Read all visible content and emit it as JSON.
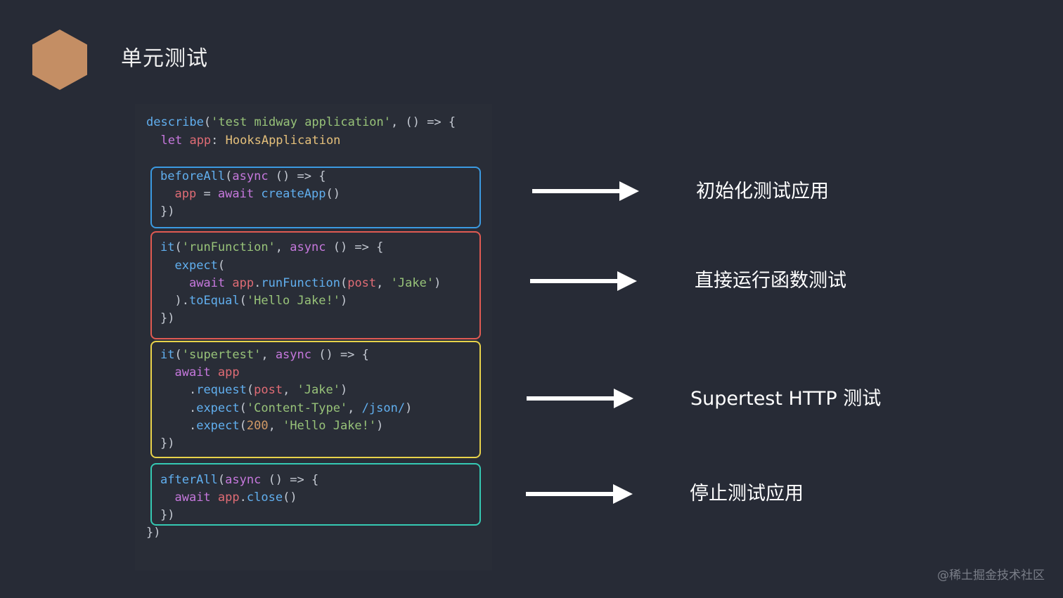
{
  "slide": {
    "title": "单元测试",
    "hexagon_color": "#c48e64",
    "watermark": "@稀土掘金技术社区"
  },
  "blocks": [
    {
      "id": "init",
      "box_color": "#3b9ae1",
      "annotation": "初始化测试应用"
    },
    {
      "id": "direct",
      "box_color": "#e05a52",
      "annotation": "直接运行函数测试"
    },
    {
      "id": "supertest",
      "box_color": "#e8d24a",
      "annotation": "Supertest HTTP 测试"
    },
    {
      "id": "stop",
      "box_color": "#35c9b3",
      "annotation": "停止测试应用"
    }
  ],
  "code": {
    "l1": {
      "describe": "describe",
      "str": "'test midway application'",
      "rest": ", () => {"
    },
    "l2": {
      "let": "let",
      "var": "app",
      "type": "HooksApplication"
    },
    "l3": {
      "fn": "beforeAll",
      "kw": "async",
      "rest": " () => {"
    },
    "l4": {
      "var": "app",
      "eq": " = ",
      "kw": "await",
      "fn": "createApp",
      "paren": "()"
    },
    "l5": "})",
    "l6": {
      "fn": "it",
      "str": "'runFunction'",
      "kw": "async",
      "rest": " () => {"
    },
    "l7": {
      "fn": "expect",
      "paren": "("
    },
    "l8": {
      "kw": "await",
      "var": "app",
      "fn": "runFunction",
      "arg": "post",
      "str": "'Jake'"
    },
    "l9": {
      "fn": "toEqual",
      "str": "'Hello Jake!'"
    },
    "l10": "})",
    "l11": {
      "fn": "it",
      "str": "'supertest'",
      "kw": "async",
      "rest": " () => {"
    },
    "l12": {
      "kw": "await",
      "var": "app"
    },
    "l13": {
      "fn": "request",
      "arg": "post",
      "str": "'Jake'"
    },
    "l14": {
      "fn": "expect",
      "str": "'Content-Type'",
      "regex": "/json/"
    },
    "l15": {
      "fn": "expect",
      "num": "200",
      "str": "'Hello Jake!'"
    },
    "l16": "})",
    "l17": {
      "fn": "afterAll",
      "kw": "async",
      "rest": " () => {"
    },
    "l18": {
      "kw": "await",
      "var": "app",
      "fn": "close",
      "paren": "()"
    },
    "l19": "})",
    "l20": "})"
  }
}
